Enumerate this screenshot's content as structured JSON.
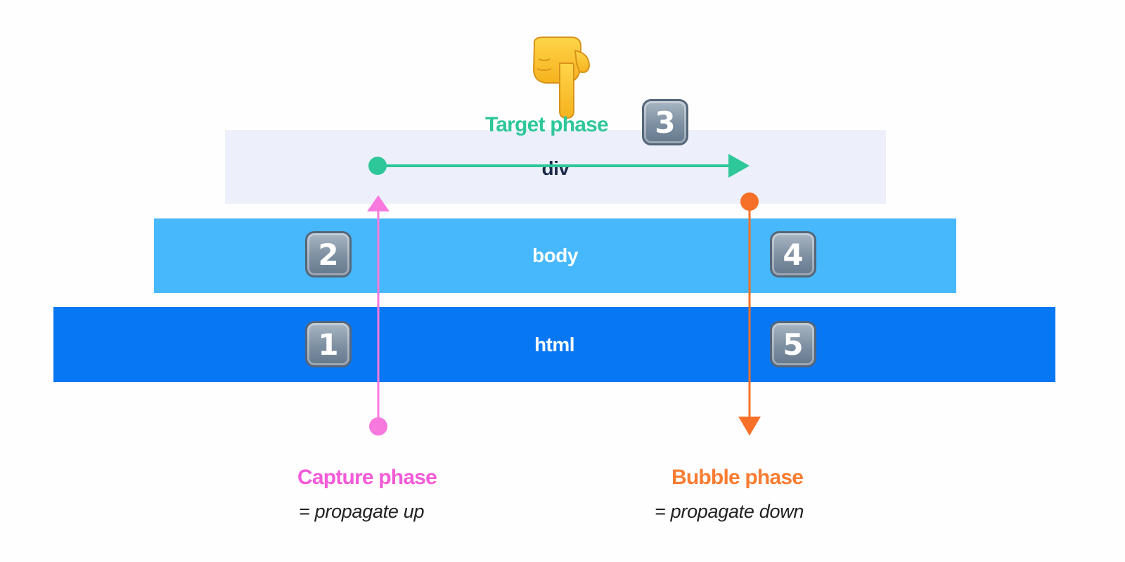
{
  "layers": {
    "div": "div",
    "body": "body",
    "html": "html"
  },
  "badges": [
    "1",
    "2",
    "3",
    "4",
    "5"
  ],
  "target": {
    "title": "Target phase",
    "color": "#2ec79a"
  },
  "capture": {
    "title": "Capture phase",
    "subtitle": "= propagate up",
    "color": "#f35ad8"
  },
  "bubble": {
    "title": "Bubble phase",
    "subtitle": "= propagate down",
    "color": "#fa7c32"
  },
  "icons": {
    "pointer": "backhand-index-pointing-down-icon"
  },
  "colors": {
    "div_layer": "#edf0fa",
    "body_layer": "#46b8fb",
    "html_layer": "#0777f4",
    "badge": "#7d8fa2"
  }
}
